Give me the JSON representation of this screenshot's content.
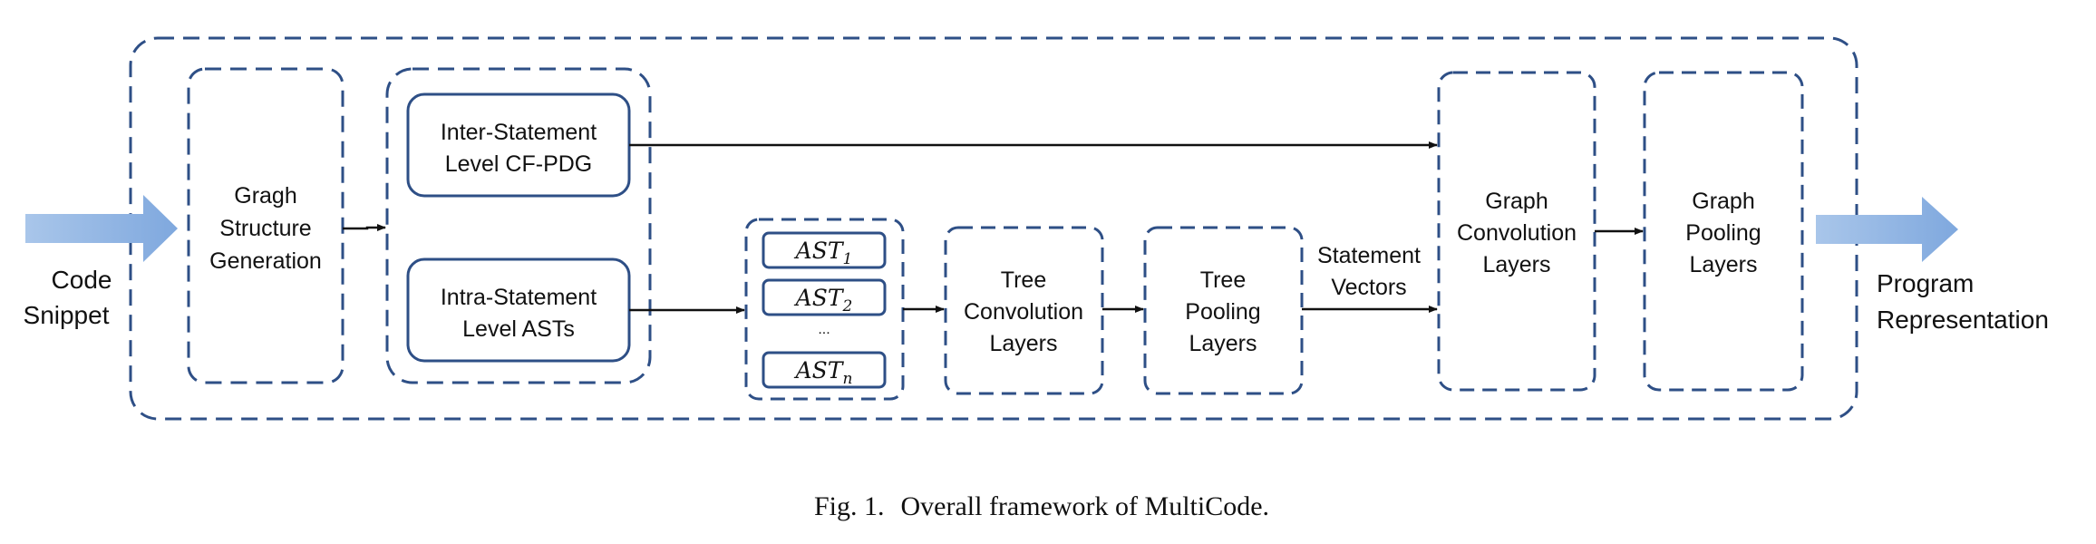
{
  "colors": {
    "box": "#2e4f86",
    "arrow": "#111111",
    "big_arrow": "#8fb4e3"
  },
  "input": {
    "line1": "Code",
    "line2": "Snippet"
  },
  "output": {
    "line1": "Program",
    "line2": "Representation"
  },
  "blocks": {
    "graph_structure": {
      "line1": "Gragh",
      "line2": "Structure",
      "line3": "Generation"
    },
    "inter_statement": {
      "line1": "Inter-Statement",
      "line2": "Level CF-PDG"
    },
    "intra_statement": {
      "line1": "Intra-Statement",
      "line2": "Level ASTs"
    },
    "asts": {
      "ast1_base": "AST",
      "ast1_sub": "1",
      "ast2_base": "AST",
      "ast2_sub": "2",
      "ellipsis": "...",
      "astn_base": "AST",
      "astn_sub": "n"
    },
    "tree_conv": {
      "line1": "Tree",
      "line2": "Convolution",
      "line3": "Layers"
    },
    "tree_pool": {
      "line1": "Tree",
      "line2": "Pooling",
      "line3": "Layers"
    },
    "statement_vectors": {
      "line1": "Statement",
      "line2": "Vectors"
    },
    "graph_conv": {
      "line1": "Graph",
      "line2": "Convolution",
      "line3": "Layers"
    },
    "graph_pool": {
      "line1": "Graph",
      "line2": "Pooling",
      "line3": "Layers"
    }
  },
  "caption": {
    "prefix": "Fig. 1.",
    "text": "Overall framework of MultiCode."
  }
}
